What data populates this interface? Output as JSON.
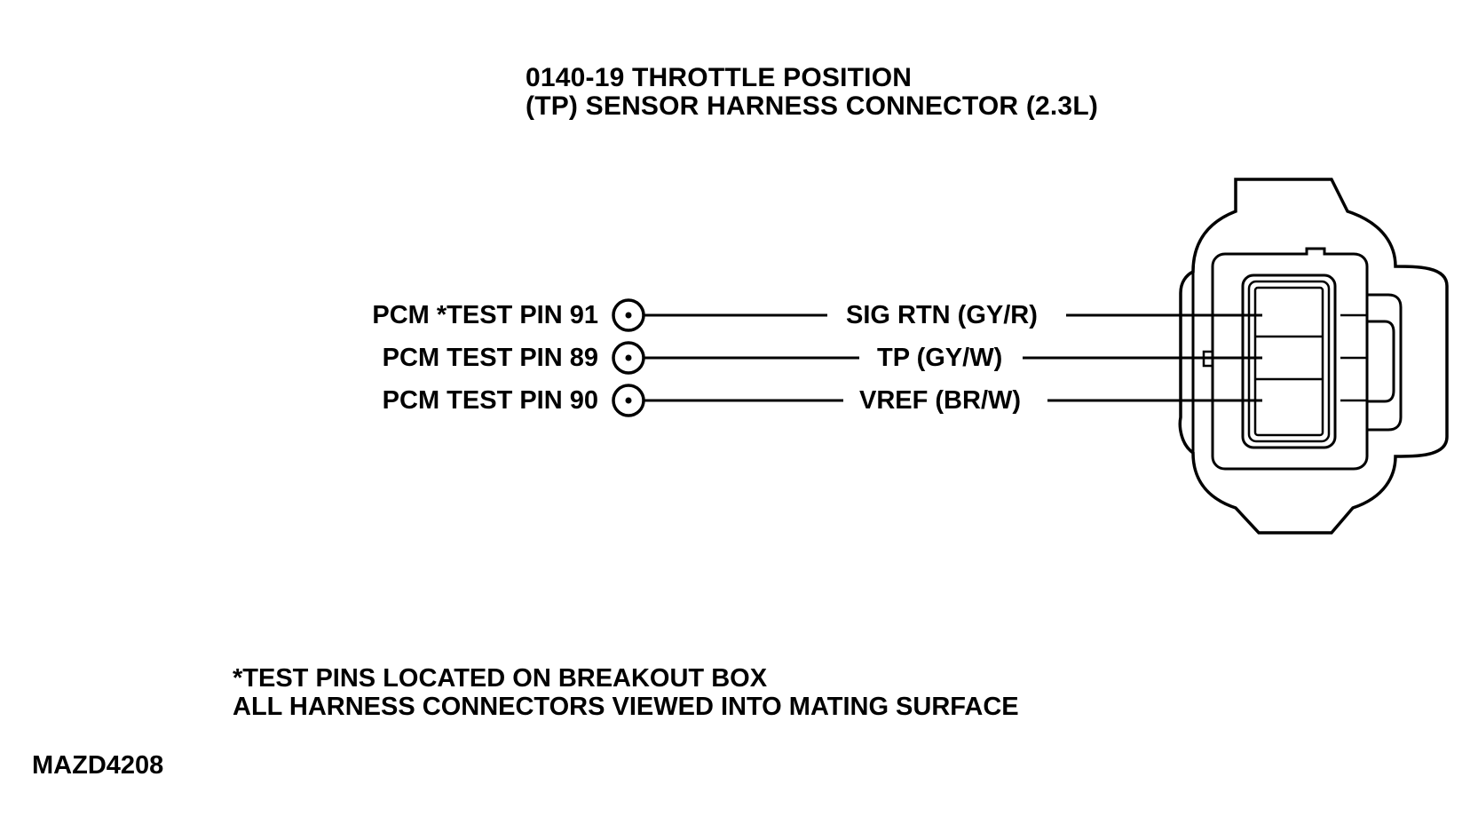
{
  "title": {
    "line1": "0140-19 THROTTLE POSITION",
    "line2": "(TP) SENSOR HARNESS CONNECTOR (2.3L)"
  },
  "pins": [
    {
      "label": "PCM *TEST PIN 91",
      "wire": "SIG RTN (GY/R)"
    },
    {
      "label": "PCM TEST PIN 89",
      "wire": "TP (GY/W)"
    },
    {
      "label": "PCM TEST PIN 90",
      "wire": "VREF (BR/W)"
    }
  ],
  "notes": {
    "line1": "*TEST PINS LOCATED ON BREAKOUT BOX",
    "line2": "ALL HARNESS CONNECTORS VIEWED INTO MATING SURFACE"
  },
  "figure_code": "MAZD4208"
}
